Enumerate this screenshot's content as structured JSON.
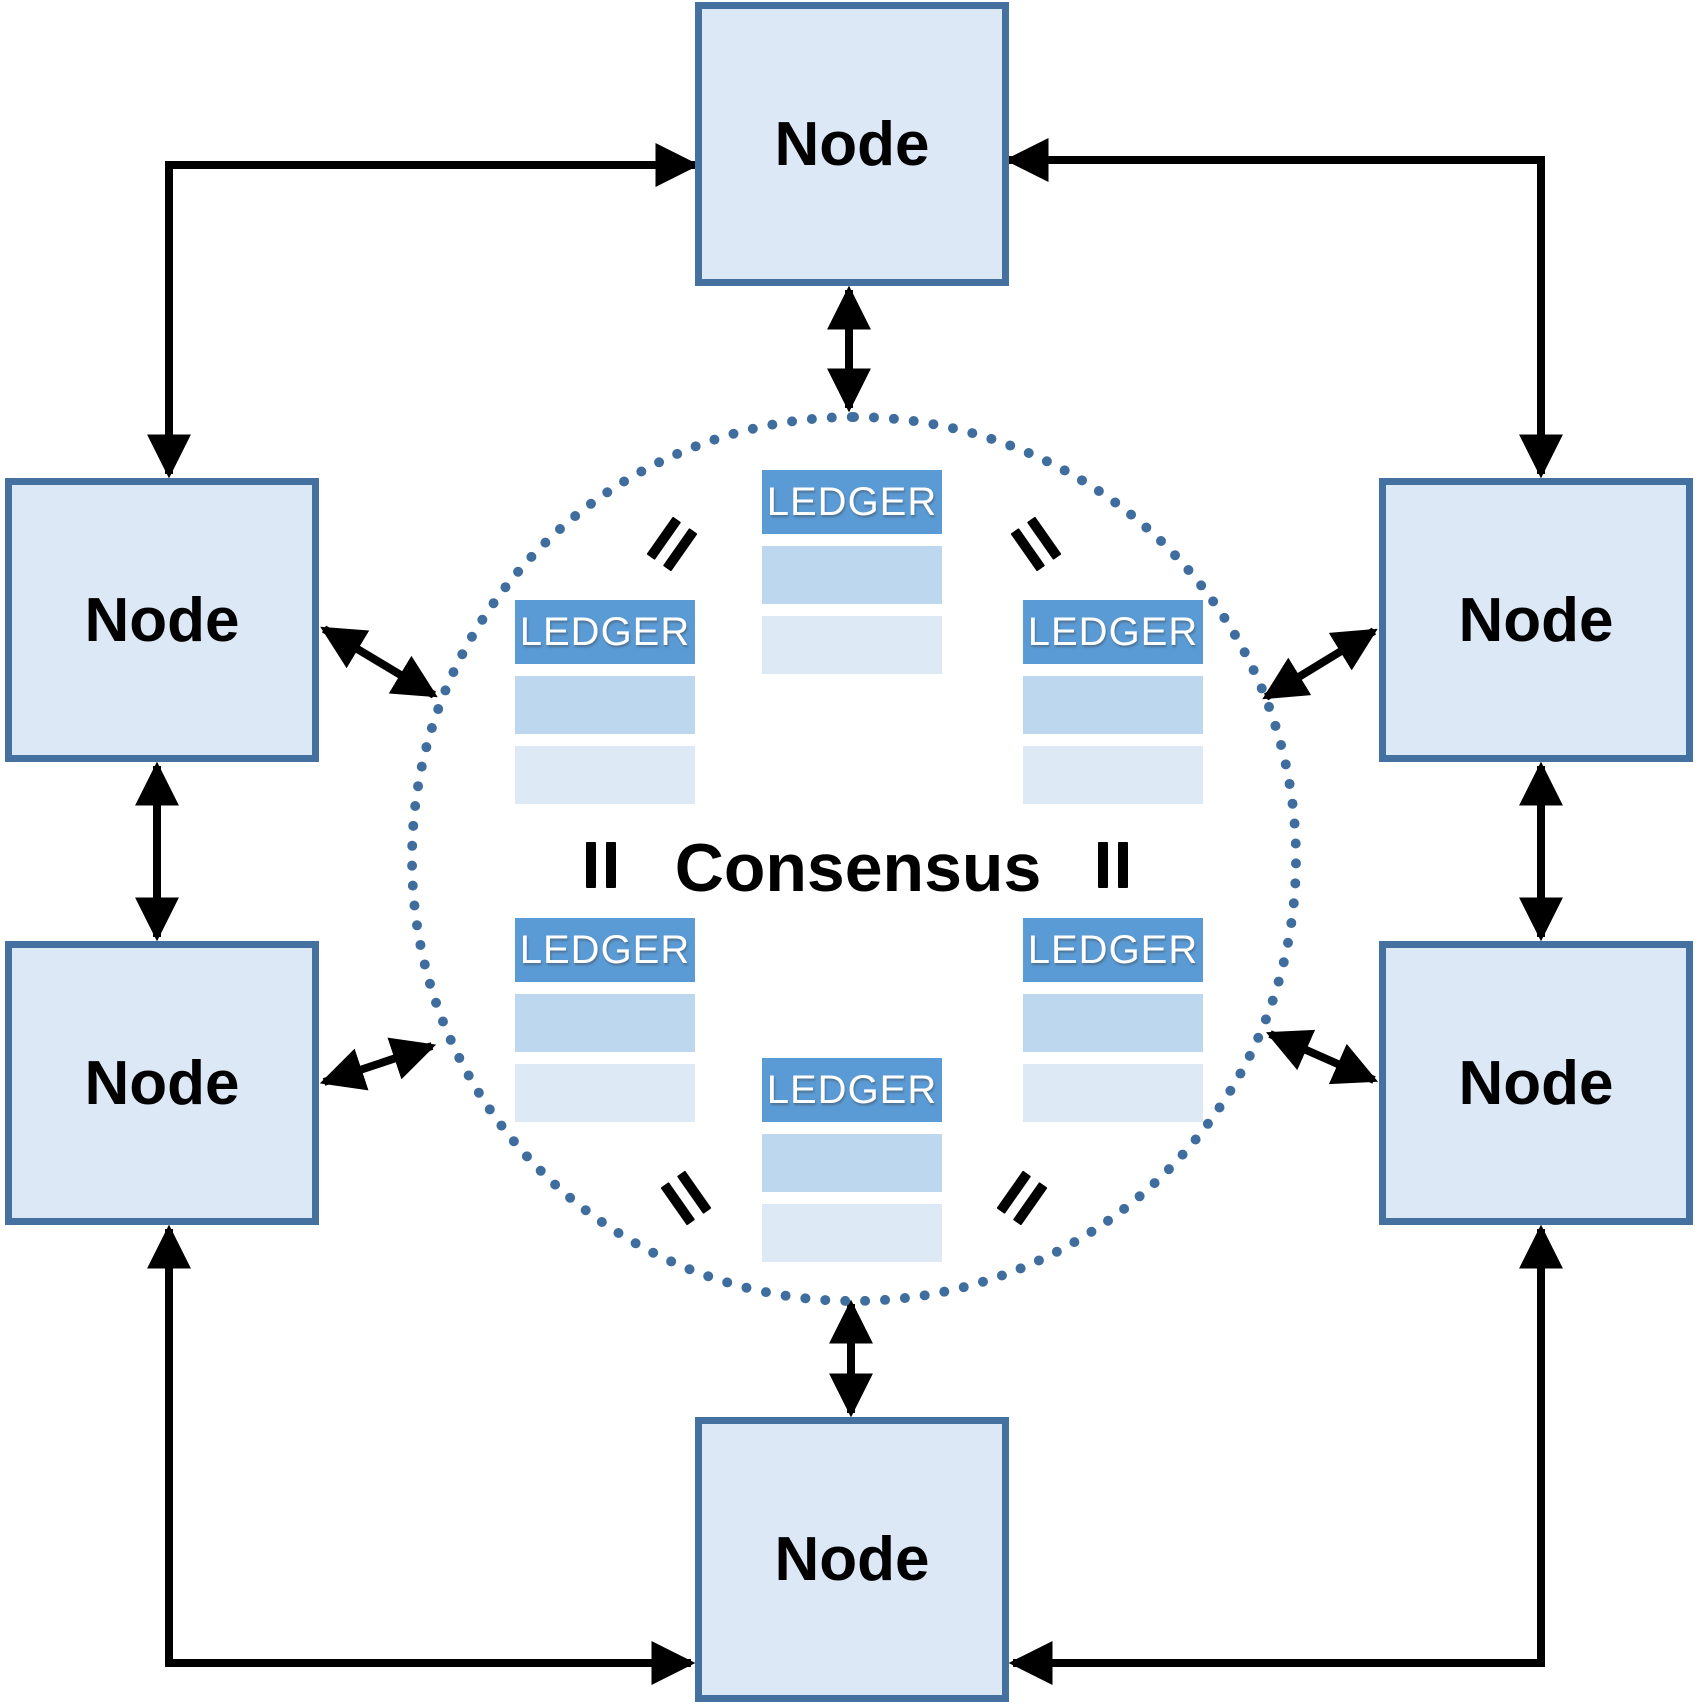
{
  "diagram": {
    "consensus": {
      "label": "Consensus"
    },
    "equality_marks": {
      "symbol": "=",
      "count": 6
    },
    "nodes": [
      {
        "position": "top",
        "label": "Node"
      },
      {
        "position": "upper-left",
        "label": "Node"
      },
      {
        "position": "upper-right",
        "label": "Node"
      },
      {
        "position": "lower-left",
        "label": "Node"
      },
      {
        "position": "lower-right",
        "label": "Node"
      },
      {
        "position": "bottom",
        "label": "Node"
      }
    ],
    "ledgers": [
      {
        "position": "top",
        "header": "LEDGER",
        "body_rows": 2
      },
      {
        "position": "upper-left",
        "header": "LEDGER",
        "body_rows": 2
      },
      {
        "position": "upper-right",
        "header": "LEDGER",
        "body_rows": 2
      },
      {
        "position": "lower-left",
        "header": "LEDGER",
        "body_rows": 2
      },
      {
        "position": "lower-right",
        "header": "LEDGER",
        "body_rows": 2
      },
      {
        "position": "bottom",
        "header": "LEDGER",
        "body_rows": 2
      }
    ]
  },
  "colors": {
    "node_fill": "#dce8f5",
    "node_border": "#44719f",
    "ledger_header_bg": "#5b9bd5",
    "ledger_header_text": "#ffffff",
    "ledger_row_medium": "#bdd7ee",
    "ledger_row_light": "#dde9f5",
    "circle_dot": "#3e6d9e",
    "arrow": "#000000",
    "label_text": "#000000"
  }
}
